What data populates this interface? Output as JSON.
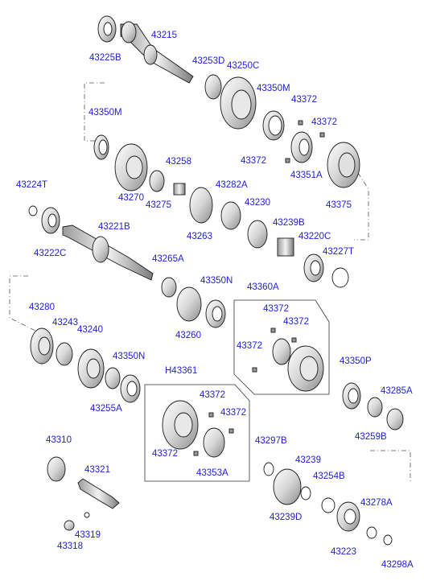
{
  "diagram": {
    "labels": [
      {
        "id": "l43225B",
        "text": "43225B"
      },
      {
        "id": "l43215",
        "text": "43215"
      },
      {
        "id": "l43253D",
        "text": "43253D"
      },
      {
        "id": "l43250C",
        "text": "43250C"
      },
      {
        "id": "l43350M_a",
        "text": "43350M"
      },
      {
        "id": "l43372_a",
        "text": "43372"
      },
      {
        "id": "l43372_b",
        "text": "43372"
      },
      {
        "id": "l43350M_b",
        "text": "43350M"
      },
      {
        "id": "l43258",
        "text": "43258"
      },
      {
        "id": "l43372_c",
        "text": "43372"
      },
      {
        "id": "l43351A",
        "text": "43351A"
      },
      {
        "id": "l43224T",
        "text": "43224T"
      },
      {
        "id": "l43282A",
        "text": "43282A"
      },
      {
        "id": "l43270",
        "text": "43270"
      },
      {
        "id": "l43275",
        "text": "43275"
      },
      {
        "id": "l43375",
        "text": "43375"
      },
      {
        "id": "l43230",
        "text": "43230"
      },
      {
        "id": "l43263",
        "text": "43263"
      },
      {
        "id": "l43222C",
        "text": "43222C"
      },
      {
        "id": "l43221B",
        "text": "43221B"
      },
      {
        "id": "l43239B",
        "text": "43239B"
      },
      {
        "id": "l43220C",
        "text": "43220C"
      },
      {
        "id": "l43227T",
        "text": "43227T"
      },
      {
        "id": "l43265A",
        "text": "43265A"
      },
      {
        "id": "l43350N_a",
        "text": "43350N"
      },
      {
        "id": "l43360A",
        "text": "43360A"
      },
      {
        "id": "l43280",
        "text": "43280"
      },
      {
        "id": "l43243",
        "text": "43243"
      },
      {
        "id": "l43372_d",
        "text": "43372"
      },
      {
        "id": "l43372_e",
        "text": "43372"
      },
      {
        "id": "l43240",
        "text": "43240"
      },
      {
        "id": "l43260",
        "text": "43260"
      },
      {
        "id": "l43372_f",
        "text": "43372"
      },
      {
        "id": "l43350N_b",
        "text": "43350N"
      },
      {
        "id": "lH43361",
        "text": "H43361"
      },
      {
        "id": "l43350P",
        "text": "43350P"
      },
      {
        "id": "l43255A",
        "text": "43255A"
      },
      {
        "id": "l43372_g",
        "text": "43372"
      },
      {
        "id": "l43372_h",
        "text": "43372"
      },
      {
        "id": "l43285A",
        "text": "43285A"
      },
      {
        "id": "l43259B",
        "text": "43259B"
      },
      {
        "id": "l43310",
        "text": "43310"
      },
      {
        "id": "l43297B",
        "text": "43297B"
      },
      {
        "id": "l43372_i",
        "text": "43372"
      },
      {
        "id": "l43353A",
        "text": "43353A"
      },
      {
        "id": "l43239",
        "text": "43239"
      },
      {
        "id": "l43321",
        "text": "43321"
      },
      {
        "id": "l43254B",
        "text": "43254B"
      },
      {
        "id": "l43278A",
        "text": "43278A"
      },
      {
        "id": "l43239D",
        "text": "43239D"
      },
      {
        "id": "l43319",
        "text": "43319"
      },
      {
        "id": "l43318",
        "text": "43318"
      },
      {
        "id": "l43223",
        "text": "43223"
      },
      {
        "id": "l43298A",
        "text": "43298A"
      }
    ]
  }
}
